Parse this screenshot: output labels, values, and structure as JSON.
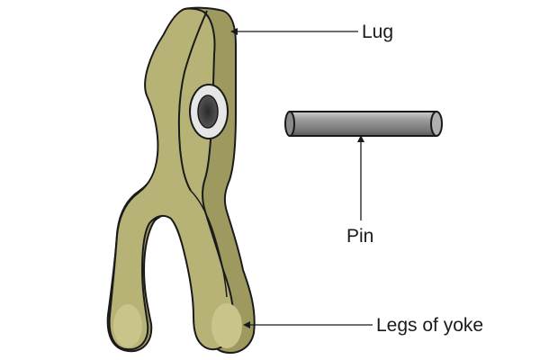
{
  "labels": {
    "lug": "Lug",
    "pin": "Pin",
    "legs": "Legs of yoke"
  },
  "colors": {
    "yoke_fill": "#b7b377",
    "yoke_shade": "#9e9a5f",
    "yoke_highlight": "#d2cf96",
    "pin_fill": "#8e8e8e",
    "pin_highlight": "#c4c4c4",
    "outline": "#1a1a1a"
  }
}
